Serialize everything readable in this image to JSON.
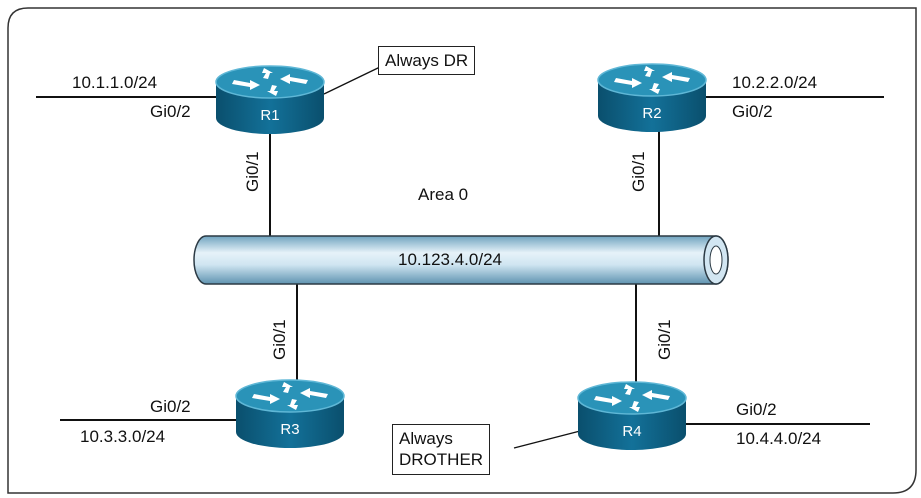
{
  "area_label": "Area 0",
  "segment_label": "10.123.4.0/24",
  "colors": {
    "router_top": "#2a93b8",
    "router_side": "#0b5e80",
    "router_rim": "#5fb7d6",
    "pipe_light": "#d9ecf6",
    "pipe_dark": "#6fa3bf",
    "frame": "#333333"
  },
  "routers": [
    {
      "id": "R1",
      "name": "R1",
      "network": "10.1.1.0/24",
      "lan_interface": "Gi0/2",
      "uplink_interface": "Gi0/1",
      "callout": "Always DR"
    },
    {
      "id": "R2",
      "name": "R2",
      "network": "10.2.2.0/24",
      "lan_interface": "Gi0/2",
      "uplink_interface": "Gi0/1"
    },
    {
      "id": "R3",
      "name": "R3",
      "network": "10.3.3.0/24",
      "lan_interface": "Gi0/2",
      "uplink_interface": "Gi0/1"
    },
    {
      "id": "R4",
      "name": "R4",
      "network": "10.4.4.0/24",
      "lan_interface": "Gi0/2",
      "uplink_interface": "Gi0/1",
      "callout_lines": [
        "Always",
        "DROTHER"
      ]
    }
  ],
  "icons": {
    "router": "router-icon"
  }
}
